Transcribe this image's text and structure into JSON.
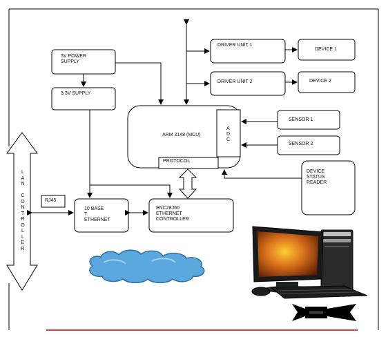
{
  "blocks": {
    "power_5v": "5V POWER\nSUPPLY",
    "supply_3v3": "3.3V SUPPLY",
    "driver_unit_1": "DRIVER UNIT 1",
    "driver_unit_2": "DRIVER UNIT 2",
    "device_1": "DEVICE 1",
    "device_2": "DEVICE 2",
    "mcu": "ARM 2148 (MCU)",
    "adc": "A\nD\nC",
    "protocol": "PROTOCOL",
    "sensor_1": "SENSOR 1",
    "sensor_2": "SENSOR 2",
    "device_status_reader": "DEVICE\nSTATUS\nREADER",
    "rj45": "RJ45",
    "ethernet_10base": "10 BASE\nT\nETHERNET",
    "ethernet_controller": "ENC28J60\nETHERNET\nCONTROLLER",
    "lan_controller": "L\nA\nN\n\nC\nO\nN\nT\nR\nO\nL\nL\nE\nR"
  },
  "icons": {
    "cloud": "cloud-icon",
    "computer": "desktop-computer-icon",
    "logo": "logo-icon"
  },
  "colors": {
    "line": "#000000",
    "cloud_fill": "#5aa8dd",
    "footer_rule": "#c00000"
  }
}
